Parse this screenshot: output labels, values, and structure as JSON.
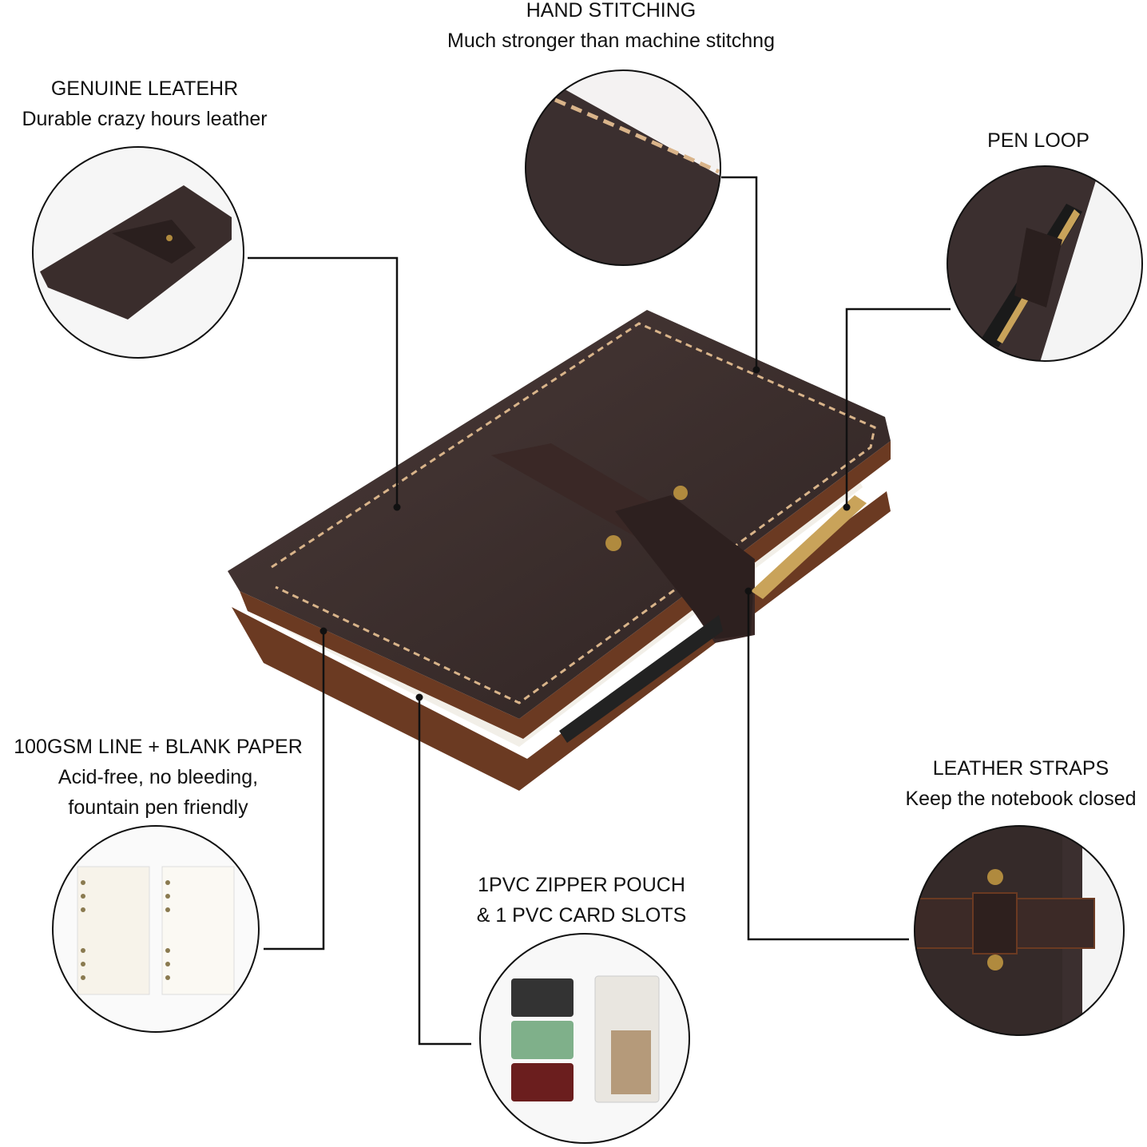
{
  "colors": {
    "leather": "#3a2d2c",
    "leather_edge": "#6b3a22",
    "stitch": "#d9b48a",
    "brass": "#b08a3e",
    "line": "#111111",
    "background": "#ffffff"
  },
  "callouts": [
    {
      "id": "hand-stitching",
      "title": "HAND STITCHING",
      "subtitle": "Much stronger than machine stitchng"
    },
    {
      "id": "genuine-leather",
      "title": "GENUINE LEATEHR",
      "subtitle": "Durable crazy hours leather"
    },
    {
      "id": "pen-loop",
      "title": "PEN LOOP"
    },
    {
      "id": "paper",
      "title": "100GSM LINE + BLANK PAPER",
      "subtitle": "Acid-free, no bleeding,",
      "subtitle2": "fountain pen friendly"
    },
    {
      "id": "pouch",
      "title": "1PVC ZIPPER POUCH",
      "subtitle": "& 1 PVC CARD SLOTS"
    },
    {
      "id": "straps",
      "title": "LEATHER STRAPS",
      "subtitle": "Keep the notebook closed"
    }
  ]
}
